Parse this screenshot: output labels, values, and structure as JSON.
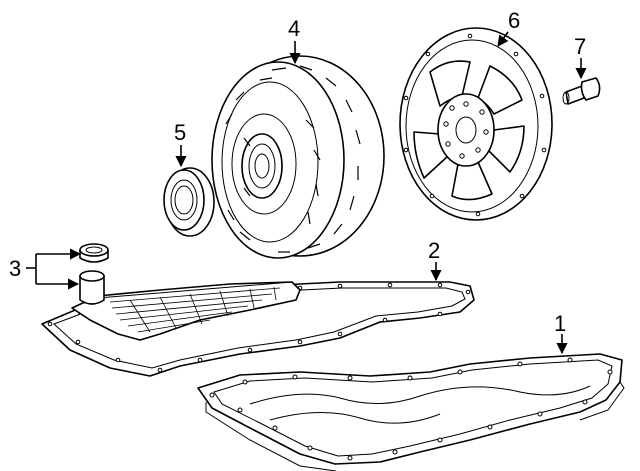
{
  "callouts": {
    "n1": "1",
    "n2": "2",
    "n3": "3",
    "n4": "4",
    "n5": "5",
    "n6": "6",
    "n7": "7"
  },
  "colors": {
    "line": "#000000",
    "background": "#ffffff"
  }
}
